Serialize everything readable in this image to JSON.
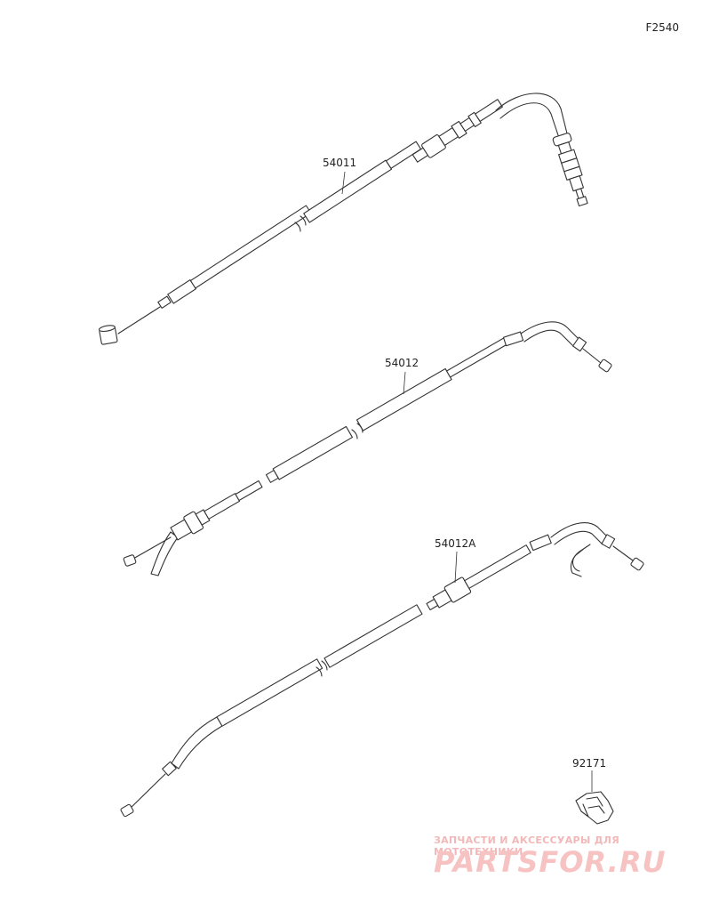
{
  "diagram_code": "F2540",
  "parts": [
    {
      "number": "54011"
    },
    {
      "number": "54012"
    },
    {
      "number": "54012A"
    },
    {
      "number": "92171"
    }
  ],
  "watermark": {
    "line1": "ЗАПЧАСТИ И АКСЕССУАРЫ ДЛЯ МОТОТЕХНИКИ",
    "line2": "PARTSFOR.RU",
    "color": "#f4b6b6"
  }
}
